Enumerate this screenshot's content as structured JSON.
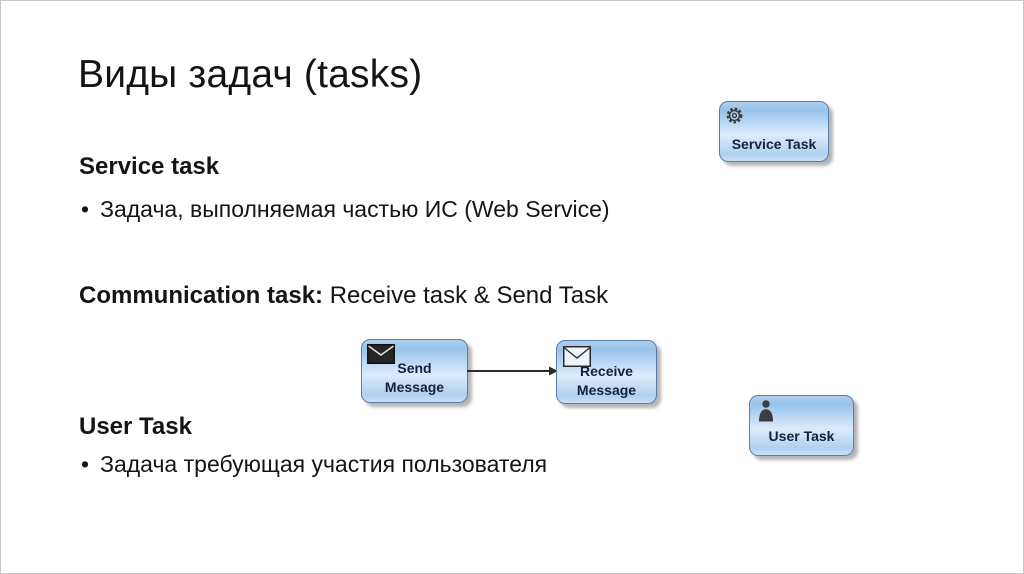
{
  "slide": {
    "title": "Виды задач (tasks)",
    "bullet_char": "•",
    "sections": [
      {
        "heading": "Service task",
        "bullet": "Задача, выполняемая частью ИС (Web Service)"
      },
      {
        "heading": "Communication task:",
        "text": "Receive task & Send Task"
      },
      {
        "heading": "User Task",
        "bullet": "Задача требующая участия пользователя"
      }
    ]
  },
  "diagram": {
    "service_task": {
      "label": "Service Task",
      "icon": "gear-icon"
    },
    "send_task": {
      "label_line1": "Send",
      "label_line2": "Message",
      "icon": "filled-envelope-icon"
    },
    "receive_task": {
      "label_line1": "Receive",
      "label_line2": "Message",
      "icon": "outline-envelope-icon"
    },
    "user_task": {
      "label": "User Task",
      "icon": "person-icon"
    },
    "colors": {
      "box_border": "#587fa7",
      "box_fill_top": "#98c2ea",
      "box_fill_light": "#dcebfb",
      "label_color": "#14213c",
      "arrow_color": "#2b2b2b"
    }
  }
}
